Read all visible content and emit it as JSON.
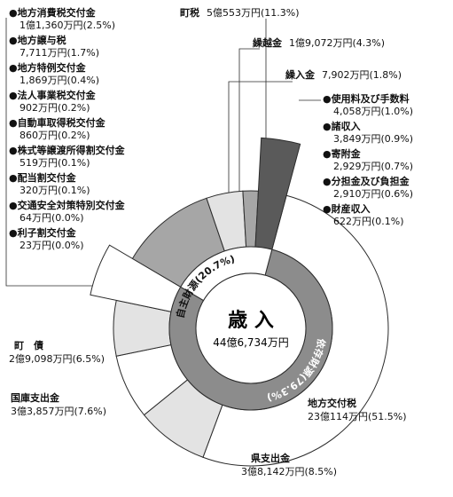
{
  "chart_data": {
    "type": "pie",
    "center_title": "歳 入",
    "center_total": "44億6,734万円",
    "ring_labels": {
      "own": "自主財源(20.7%)",
      "dependent": "依存財源(79.3%)"
    },
    "colors": {
      "dark": "#8c8c8c",
      "mid": "#a6a6a6",
      "light": "#e3e3e3",
      "darkest": "#5a5a5a",
      "white": "#ffffff",
      "stroke": "#2b2b2b"
    },
    "segments": [
      {
        "name": "地方交付税",
        "value": "23億114万円(51.5%)",
        "percent": 51.5,
        "group": "dependent"
      },
      {
        "name": "県支出金",
        "value": "3億8,142万円(8.5%)",
        "percent": 8.5,
        "group": "dependent"
      },
      {
        "name": "国庫支出金",
        "value": "3億3,857万円(7.6%)",
        "percent": 7.6,
        "group": "dependent"
      },
      {
        "name": "町　債",
        "value": "2億9,098万円(6.5%)",
        "percent": 6.5,
        "group": "dependent"
      },
      {
        "name": "other_dependent",
        "value": "",
        "percent": 5.2,
        "group": "dependent"
      },
      {
        "name": "町税",
        "value": "5億553万円(11.3%)",
        "percent": 11.3,
        "group": "own"
      },
      {
        "name": "繰越金",
        "value": "1億9,072万円(4.3%)",
        "percent": 4.3,
        "group": "own"
      },
      {
        "name": "繰入金",
        "value": "7,902万円(1.8%)",
        "percent": 1.8,
        "group": "own"
      },
      {
        "name": "other_own",
        "value": "",
        "percent": 3.3,
        "group": "own"
      }
    ],
    "left_list": [
      {
        "name": "●地方消費税交付金",
        "value": "1億1,360万円(2.5%)"
      },
      {
        "name": "●地方譲与税",
        "value": "7,711万円(1.7%)"
      },
      {
        "name": "●地方特例交付金",
        "value": "1,869万円(0.4%)"
      },
      {
        "name": "●法人事業税交付金",
        "value": "902万円(0.2%)"
      },
      {
        "name": "●自動車取得税交付金",
        "value": "860万円(0.2%)"
      },
      {
        "name": "●株式等譲渡所得割交付金",
        "value": "519万円(0.1%)"
      },
      {
        "name": "●配当割交付金",
        "value": "320万円(0.1%)"
      },
      {
        "name": "●交通安全対策特別交付金",
        "value": "64万円(0.0%)"
      },
      {
        "name": "●利子割交付金",
        "value": "23万円(0.0%)"
      }
    ],
    "right_list": [
      {
        "name": "●使用料及び手数料",
        "value": "4,058万円(1.0%)"
      },
      {
        "name": "●諸収入",
        "value": "3,849万円(0.9%)"
      },
      {
        "name": "●寄附金",
        "value": "2,929万円(0.7%)"
      },
      {
        "name": "●分担金及び負担金",
        "value": "2,910万円(0.6%)"
      },
      {
        "name": "●財産収入",
        "value": "622万円(0.1%)"
      }
    ],
    "top_labels": [
      {
        "name": "町税",
        "value": "5億553万円(11.3%)"
      },
      {
        "name": "繰越金",
        "value": "1億9,072万円(4.3%)"
      },
      {
        "name": "繰入金",
        "value": "7,902万円(1.8%)"
      }
    ],
    "bottom_labels": [
      {
        "name": "町　債",
        "value": "2億9,098万円(6.5%)"
      },
      {
        "name": "国庫支出金",
        "value": "3億3,857万円(7.6%)"
      },
      {
        "name": "県支出金",
        "value": "3億8,142万円(8.5%)"
      },
      {
        "name": "地方交付税",
        "value": "23億114万円(51.5%)"
      }
    ]
  }
}
